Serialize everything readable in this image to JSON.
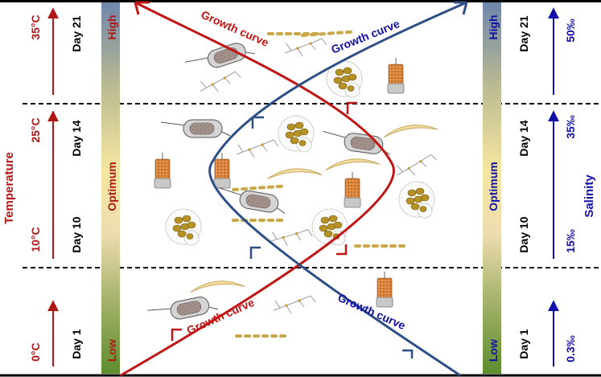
{
  "colors": {
    "temperature": "#b01818",
    "salinity": "#1010a8",
    "curve_red": "#c01616",
    "curve_blue": "#2e4f86",
    "day_text": "#000000",
    "bar_high": "#6f86ab",
    "bar_mid": "#f4e6a0",
    "bar_low": "#5e8c2e"
  },
  "left": {
    "axis_title": "Temperature",
    "temps": [
      "35°C",
      "25°C",
      "10°C",
      "0°C"
    ],
    "days": [
      "Day 21",
      "Day 14",
      "Day 10",
      "Day 1"
    ],
    "bar": {
      "high": "High",
      "optimum": "Optimum",
      "low": "Low"
    }
  },
  "right": {
    "axis_title": "Salinity",
    "salinities": [
      "50‰",
      "35‰",
      "15‰",
      "0.3‰"
    ],
    "days": [
      "Day 21",
      "Day 14",
      "Day 10",
      "Day 1"
    ],
    "bar": {
      "high": "High",
      "optimum": "Optimum",
      "low": "Low"
    }
  },
  "curves": {
    "red_top_label": "Growth curve",
    "red_bottom_label": "Growth curve",
    "blue_top_label": "Growth curve",
    "blue_bottom_label": "Growth curve"
  },
  "organisms": {
    "paramecium": "paramecium-cell",
    "colony": "algae-colony",
    "vorticella": "vorticella-cell",
    "diatom": "pennate-diatom",
    "chain": "diatom-chain",
    "filament": "branched-filament"
  }
}
